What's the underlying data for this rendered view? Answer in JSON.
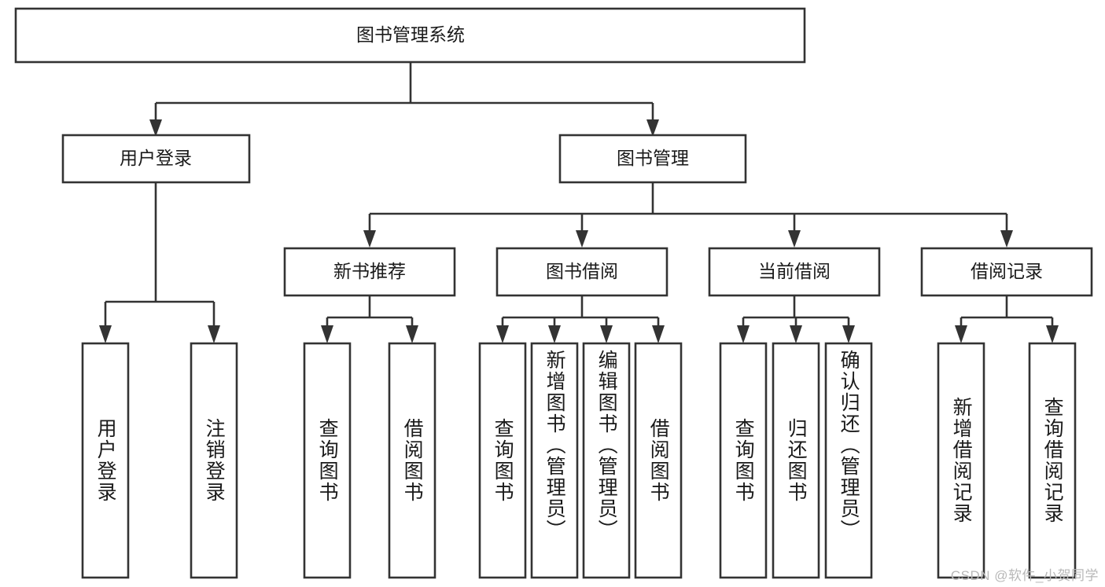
{
  "diagram": {
    "type": "tree-hierarchy-flowchart",
    "title": "图书管理系统",
    "orientation": "top-down",
    "box_fill": "#ffffff",
    "box_stroke": "#333333",
    "text_color": "#1a1a1a",
    "root": {
      "id": "root",
      "label": "图书管理系统"
    },
    "level2": [
      {
        "id": "user-login",
        "label": "用户登录"
      },
      {
        "id": "book-manage",
        "label": "图书管理"
      }
    ],
    "level3": [
      {
        "id": "new-book-recommend",
        "label": "新书推荐",
        "parent": "book-manage"
      },
      {
        "id": "book-borrow",
        "label": "图书借阅",
        "parent": "book-manage"
      },
      {
        "id": "current-borrow",
        "label": "当前借阅",
        "parent": "book-manage"
      },
      {
        "id": "borrow-record",
        "label": "借阅记录",
        "parent": "book-manage"
      }
    ],
    "leaves": [
      {
        "id": "leaf-user-login",
        "label": "用户登录",
        "parent": "user-login"
      },
      {
        "id": "leaf-user-logout",
        "label": "注销登录",
        "parent": "user-login"
      },
      {
        "id": "leaf-query-book-1",
        "label": "查询图书",
        "parent": "new-book-recommend"
      },
      {
        "id": "leaf-borrow-book-1",
        "label": "借阅图书",
        "parent": "new-book-recommend"
      },
      {
        "id": "leaf-query-book-2",
        "label": "查询图书",
        "parent": "book-borrow"
      },
      {
        "id": "leaf-add-book",
        "label": "新增图书（管理员）",
        "parent": "book-borrow"
      },
      {
        "id": "leaf-edit-book",
        "label": "编辑图书（管理员）",
        "parent": "book-borrow"
      },
      {
        "id": "leaf-borrow-book-2",
        "label": "借阅图书",
        "parent": "book-borrow"
      },
      {
        "id": "leaf-query-book-3",
        "label": "查询图书",
        "parent": "current-borrow"
      },
      {
        "id": "leaf-return-book",
        "label": "归还图书",
        "parent": "current-borrow"
      },
      {
        "id": "leaf-confirm-return",
        "label": "确认归还（管理员）",
        "parent": "current-borrow"
      },
      {
        "id": "leaf-add-record",
        "label": "新增借阅记录",
        "parent": "borrow-record"
      },
      {
        "id": "leaf-query-record",
        "label": "查询借阅记录",
        "parent": "borrow-record"
      }
    ]
  },
  "watermark": {
    "text": "CSDN @软件_小贺同学"
  }
}
